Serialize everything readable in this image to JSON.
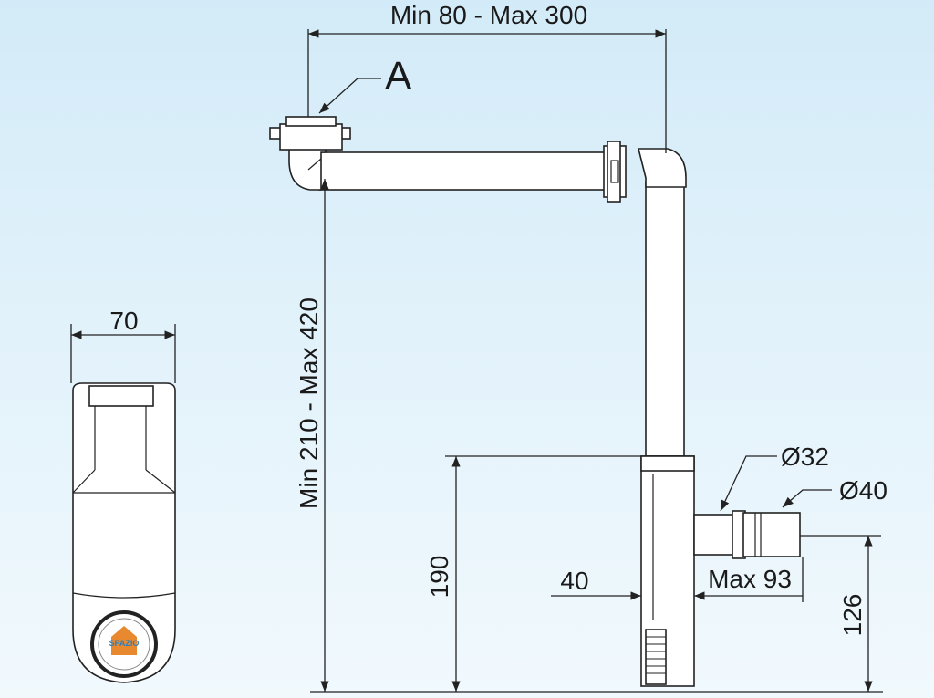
{
  "dimensions": {
    "top_width": "Min 80 - Max 300",
    "callout_a": "A",
    "height": "Min 210 - Max 420",
    "body_width": "70",
    "height_190": "190",
    "offset_40": "40",
    "outlet_max": "Max 93",
    "pipe_32": "Ø32",
    "pipe_40": "Ø40",
    "height_126": "126"
  },
  "logo": {
    "text": "SPAZIO"
  },
  "colors": {
    "background_top": "#d3ebf8",
    "background_bottom": "#f1f9fd",
    "line": "#222222",
    "part_fill": "#ffffff",
    "logo_orange": "#e8892f",
    "logo_blue": "#2a7fc0"
  }
}
